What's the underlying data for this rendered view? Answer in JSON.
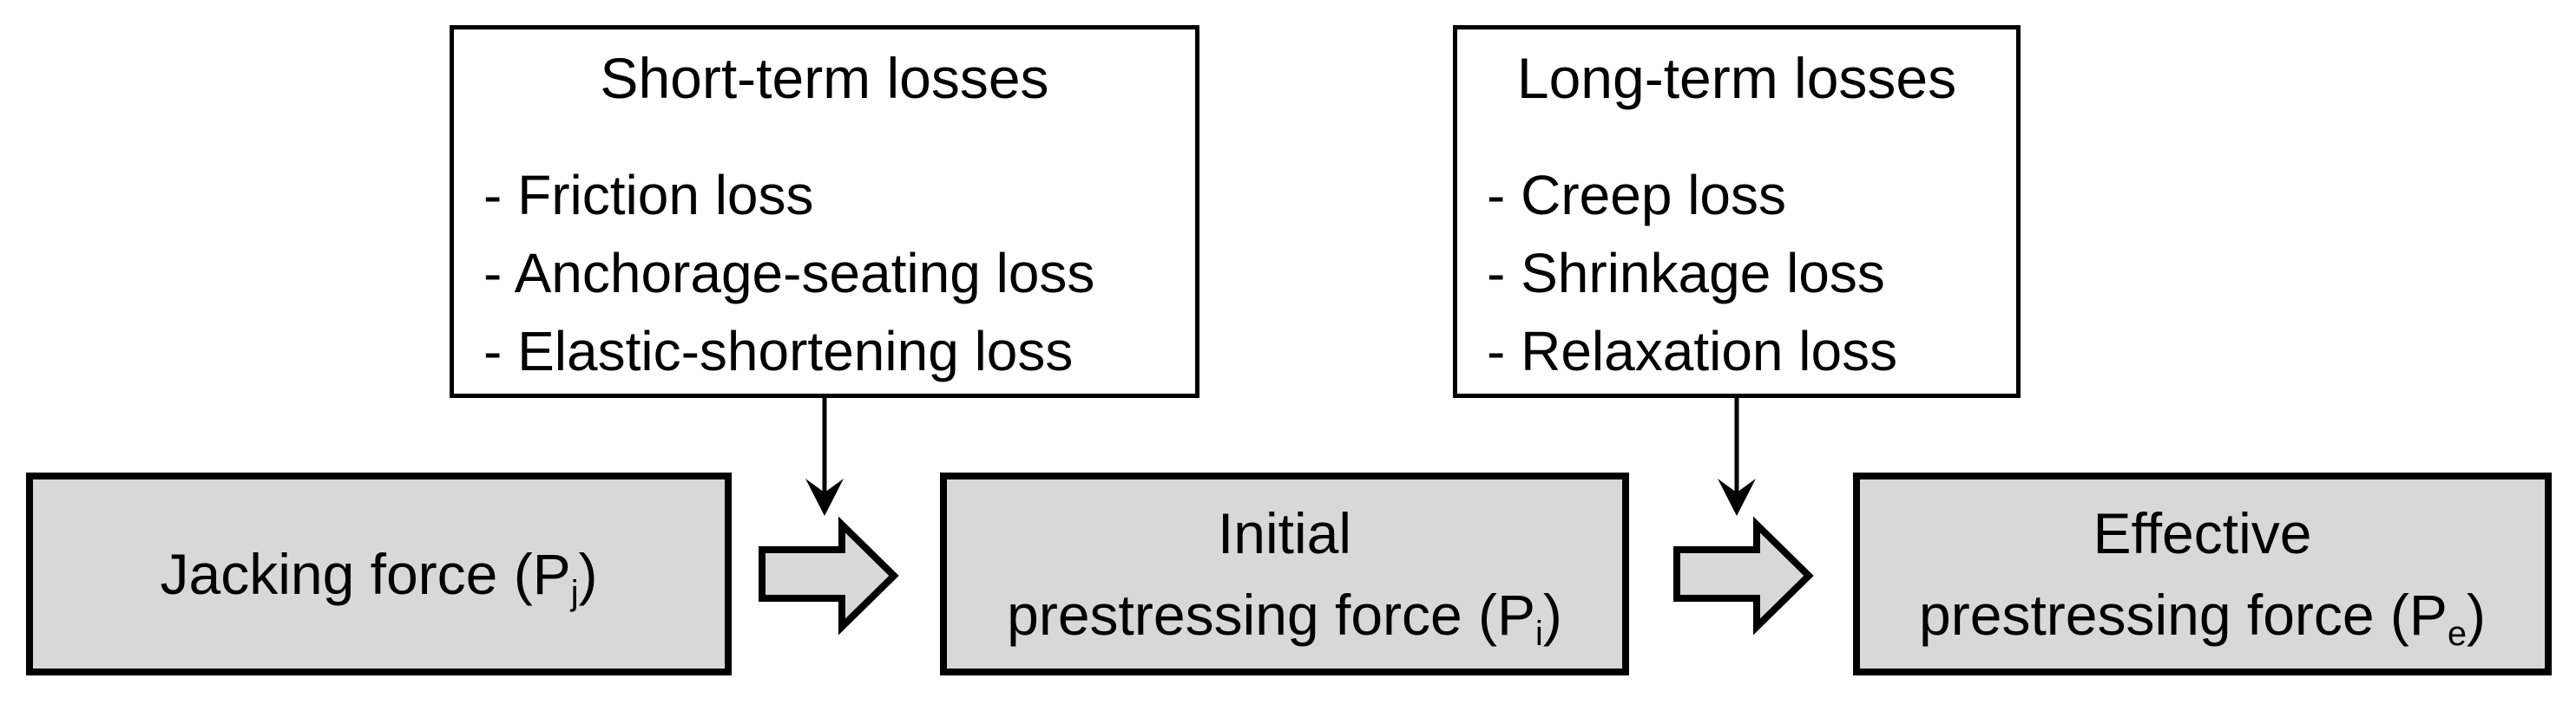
{
  "diagram": {
    "description": "Prestressing force loss flow diagram",
    "loss_boxes": {
      "short_term": {
        "title": "Short-term losses",
        "items": [
          "- Friction loss",
          "- Anchorage-seating loss",
          "- Elastic-shortening loss"
        ]
      },
      "long_term": {
        "title": "Long-term losses",
        "items": [
          "- Creep loss",
          "- Shrinkage loss",
          "- Relaxation loss"
        ]
      }
    },
    "stage_boxes": {
      "jacking": {
        "line1_pre": "Jacking force (P",
        "sub": "j",
        "suffix": ")"
      },
      "initial": {
        "line1": "Initial",
        "line2_pre": "prestressing force (P",
        "sub": "i",
        "suffix": ")"
      },
      "effective": {
        "line1": "Effective",
        "line2_pre": "prestressing force (P",
        "sub": "e",
        "suffix": ")"
      }
    },
    "icons": {
      "block_arrow_1": "right-block-arrow",
      "block_arrow_2": "right-block-arrow",
      "down_arrow_1": "down-thin-arrow",
      "down_arrow_2": "down-thin-arrow"
    },
    "colors": {
      "box_fill": "#d8d8d8",
      "box_border": "#000000",
      "loss_box_fill": "#ffffff",
      "canvas_bg": "#ffffff",
      "text_color": "#000000"
    }
  }
}
